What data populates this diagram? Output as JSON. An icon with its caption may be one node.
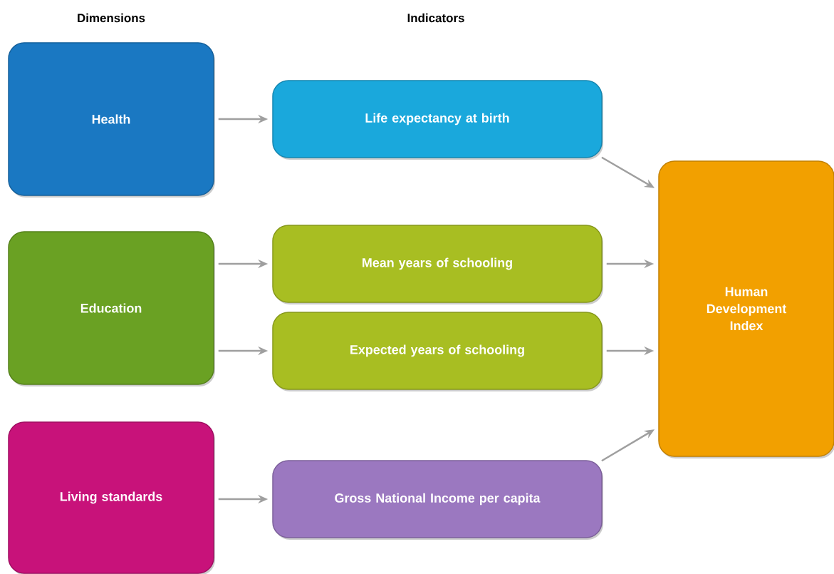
{
  "diagram": {
    "nodes": [
      {
        "text": [
          "Health"
        ]
      },
      {
        "text": [
          "Education"
        ]
      },
      {
        "text": [
          "Living standards"
        ]
      },
      {
        "text": [
          "Life expectancy at birth"
        ]
      },
      {
        "text": [
          "Mean years of schooling"
        ]
      },
      {
        "text": [
          "Expected years of schooling"
        ]
      },
      {
        "text": [
          "Gross National Income per capita"
        ]
      },
      {
        "text": [
          "Human Development Index"
        ]
      }
    ],
    "edges": [
      {
        "from": 0,
        "to": 3,
        "arrow": "to"
      },
      {
        "from": 1,
        "to": 4,
        "arrow": "to"
      },
      {
        "from": 1,
        "to": 5,
        "arrow": "to"
      },
      {
        "from": 2,
        "to": 6,
        "arrow": "to"
      },
      {
        "from": 3,
        "to": 7,
        "arrow": "to"
      },
      {
        "from": 4,
        "to": 7,
        "arrow": "to"
      },
      {
        "from": 5,
        "to": 7,
        "arrow": "to"
      },
      {
        "from": 6,
        "to": 7,
        "arrow": "to"
      }
    ],
    "labels": [
      "Dimensions",
      "Indicators"
    ]
  }
}
